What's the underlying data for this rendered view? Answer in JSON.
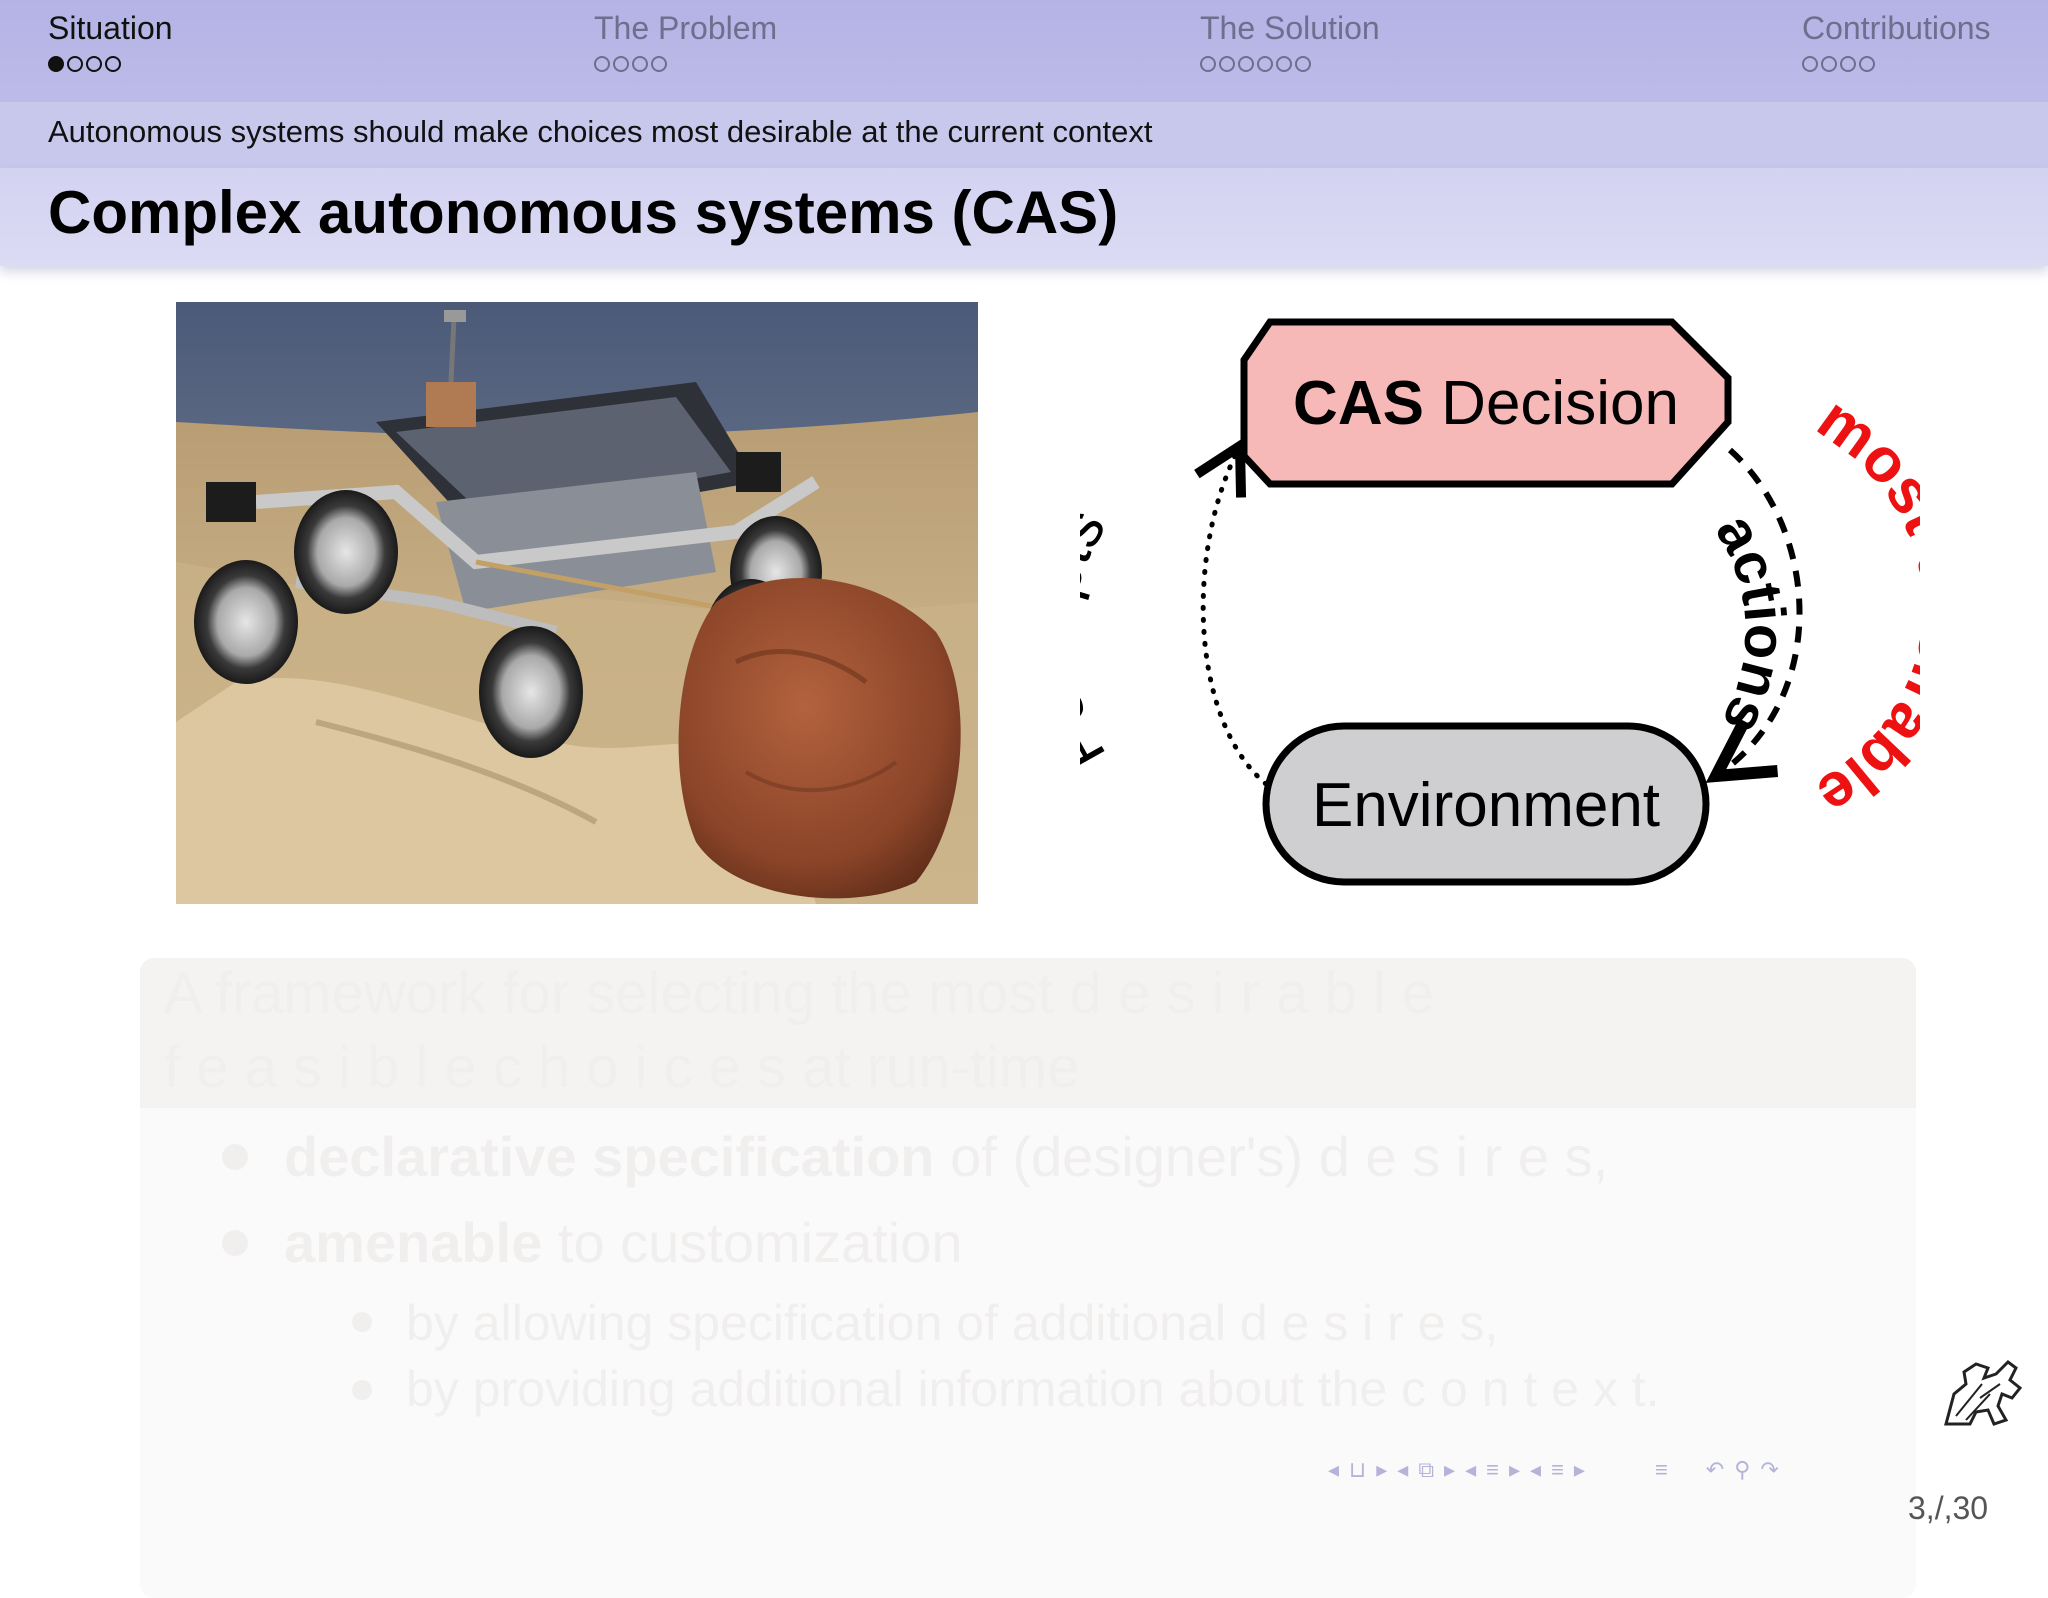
{
  "nav": {
    "sections": [
      {
        "title": "Situation",
        "dots": 4,
        "current": 0,
        "active": true
      },
      {
        "title": "The Problem",
        "dots": 4,
        "current": -1,
        "active": false
      },
      {
        "title": "The Solution",
        "dots": 6,
        "current": -1,
        "active": false
      },
      {
        "title": "Contributions",
        "dots": 4,
        "current": -1,
        "active": false
      }
    ]
  },
  "subsection": "Autonomous systems should make choices most desirable at the current context",
  "frame_title": "Complex autonomous systems (CAS)",
  "diagram": {
    "decision_bold": "CAS",
    "decision_rest": " Decision",
    "environment": "Environment",
    "percepts": "Percepts",
    "actions": "actions",
    "most_desirable": "most desirable",
    "colors": {
      "decision_fill": "#f7b8b8",
      "environment_fill": "#cfcfd1",
      "most_desirable": "#ee1111"
    }
  },
  "faded_block": {
    "title_line1": "A framework for selecting the most  d e s i r a b l e",
    "title_line2": "f e a s i b l e  c h o i c e s  at run-time",
    "item1_bold": "declarative specification",
    "item1_rest": " of (designer's)  d e s i r e s,",
    "item2_bold": "amenable",
    "item2_rest": " to customization",
    "sub1": "by allowing specification of additional  d e s i r e s,",
    "sub2": "by providing additional information about the  c o n t e x t."
  },
  "page_number": "3,/,30",
  "icons": [
    "nav-frame-icon",
    "nav-subsection-icon",
    "nav-section-icon",
    "nav-doc-icon",
    "nav-toc-icon",
    "undo-icon",
    "search-icon",
    "redo-icon",
    "university-logo-icon"
  ]
}
